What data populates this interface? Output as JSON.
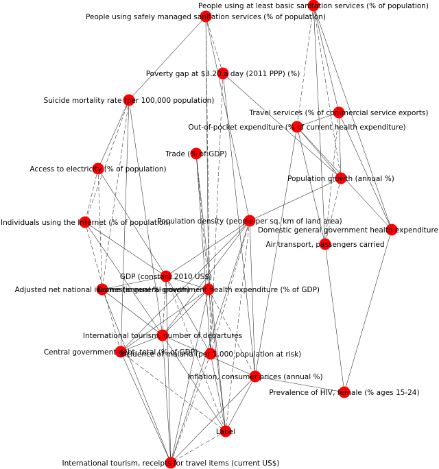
{
  "graph": {
    "nodes": [
      {
        "id": "sanitation_basic",
        "label": "People using at least basic sanitation services (% of population)"
      },
      {
        "id": "sanitation_safe",
        "label": "People using safely managed sanitation services (% of population)"
      },
      {
        "id": "poverty_gap",
        "label": "Poverty gap at $3.20 a day (2011 PPP) (%)"
      },
      {
        "id": "suicide",
        "label": "Suicide mortality rate (per 100,000 population)"
      },
      {
        "id": "travel_services",
        "label": "Travel services (% of commercial service exports)"
      },
      {
        "id": "oop_expenditure",
        "label": "Out-of-pocket expenditure (% of current health expenditure)"
      },
      {
        "id": "trade",
        "label": "Trade (% of GDP)"
      },
      {
        "id": "electricity",
        "label": "Access to electricity (% of population)"
      },
      {
        "id": "pop_growth",
        "label": "Population growth (annual %)"
      },
      {
        "id": "internet",
        "label": "Individuals using the Internet (% of population)"
      },
      {
        "id": "pop_density",
        "label": "Population density (people per sq. km of land area)"
      },
      {
        "id": "dom_health_exp",
        "label": "Domestic general government health expenditure"
      },
      {
        "id": "air_transport",
        "label": "Air transport, passengers carried"
      },
      {
        "id": "gdp",
        "label": "GDP (constant 2010 US$)"
      },
      {
        "id": "adj_income",
        "label": "Adjusted net national income (annual % growth)"
      },
      {
        "id": "dom_health_gdp",
        "label": "Domestic general government health expenditure (% of GDP)"
      },
      {
        "id": "tourism_departures",
        "label": "International tourism, number of departures"
      },
      {
        "id": "central_debt",
        "label": "Central government debt, total (% of GDP)"
      },
      {
        "id": "malaria",
        "label": "Incidence of malaria (per 1,000 population at risk)"
      },
      {
        "id": "inflation",
        "label": "Inflation, consumer prices (annual %)"
      },
      {
        "id": "hiv",
        "label": "Prevalence of HIV, female (% ages 15-24)"
      },
      {
        "id": "label",
        "label": "Label"
      },
      {
        "id": "tourism_receipts",
        "label": "International tourism, receipts for travel items (current US$)"
      }
    ],
    "edges": [
      {
        "source": "sanitation_safe",
        "target": "poverty_gap",
        "dashed": true
      },
      {
        "source": "sanitation_safe",
        "target": "pop_density",
        "dashed": false
      },
      {
        "source": "sanitation_safe",
        "target": "suicide",
        "dashed": false
      },
      {
        "source": "sanitation_safe",
        "target": "dom_health_gdp",
        "dashed": false
      },
      {
        "source": "sanitation_safe",
        "target": "malaria",
        "dashed": true
      },
      {
        "source": "sanitation_basic",
        "target": "travel_services",
        "dashed": false
      },
      {
        "source": "sanitation_basic",
        "target": "pop_growth",
        "dashed": true
      },
      {
        "source": "sanitation_basic",
        "target": "air_transport",
        "dashed": false
      },
      {
        "source": "sanitation_basic",
        "target": "dom_health_exp",
        "dashed": false
      },
      {
        "source": "sanitation_basic",
        "target": "oop_expenditure",
        "dashed": true
      },
      {
        "source": "poverty_gap",
        "target": "malaria",
        "dashed": true
      },
      {
        "source": "poverty_gap",
        "target": "pop_growth",
        "dashed": false
      },
      {
        "source": "poverty_gap",
        "target": "inflation",
        "dashed": false
      },
      {
        "source": "suicide",
        "target": "electricity",
        "dashed": false
      },
      {
        "source": "suicide",
        "target": "internet",
        "dashed": true
      },
      {
        "source": "suicide",
        "target": "adj_income",
        "dashed": true
      },
      {
        "source": "suicide",
        "target": "central_debt",
        "dashed": false
      },
      {
        "source": "suicide",
        "target": "tourism_departures",
        "dashed": false
      },
      {
        "source": "travel_services",
        "target": "pop_growth",
        "dashed": false
      },
      {
        "source": "travel_services",
        "target": "air_transport",
        "dashed": true
      },
      {
        "source": "travel_services",
        "target": "dom_health_exp",
        "dashed": false
      },
      {
        "source": "travel_services",
        "target": "oop_expenditure",
        "dashed": false
      },
      {
        "source": "oop_expenditure",
        "target": "pop_growth",
        "dashed": false
      },
      {
        "source": "oop_expenditure",
        "target": "air_transport",
        "dashed": false
      },
      {
        "source": "oop_expenditure",
        "target": "dom_health_exp",
        "dashed": false
      },
      {
        "source": "oop_expenditure",
        "target": "inflation",
        "dashed": false
      },
      {
        "source": "pop_growth",
        "target": "pop_density",
        "dashed": false
      },
      {
        "source": "pop_growth",
        "target": "air_transport",
        "dashed": true
      },
      {
        "source": "pop_density",
        "target": "inflation",
        "dashed": false
      },
      {
        "source": "pop_density",
        "target": "gdp",
        "dashed": false
      },
      {
        "source": "pop_density",
        "target": "central_debt",
        "dashed": false
      },
      {
        "source": "pop_density",
        "target": "tourism_departures",
        "dashed": false
      },
      {
        "source": "pop_density",
        "target": "label",
        "dashed": true
      },
      {
        "source": "pop_density",
        "target": "tourism_receipts",
        "dashed": false
      },
      {
        "source": "pop_density",
        "target": "malaria",
        "dashed": true
      },
      {
        "source": "trade",
        "target": "malaria",
        "dashed": false
      },
      {
        "source": "trade",
        "target": "dom_health_gdp",
        "dashed": true
      },
      {
        "source": "electricity",
        "target": "gdp",
        "dashed": false
      },
      {
        "source": "electricity",
        "target": "internet",
        "dashed": true
      },
      {
        "source": "electricity",
        "target": "adj_income",
        "dashed": true
      },
      {
        "source": "internet",
        "target": "gdp",
        "dashed": false
      },
      {
        "source": "internet",
        "target": "tourism_departures",
        "dashed": false
      },
      {
        "source": "internet",
        "target": "central_debt",
        "dashed": true
      },
      {
        "source": "gdp",
        "target": "dom_health_gdp",
        "dashed": false
      },
      {
        "source": "gdp",
        "target": "tourism_departures",
        "dashed": true
      },
      {
        "source": "gdp",
        "target": "adj_income",
        "dashed": false
      },
      {
        "source": "gdp",
        "target": "label",
        "dashed": true
      },
      {
        "source": "gdp",
        "target": "tourism_receipts",
        "dashed": false
      },
      {
        "source": "gdp",
        "target": "malaria",
        "dashed": false
      },
      {
        "source": "adj_income",
        "target": "tourism_departures",
        "dashed": false
      },
      {
        "source": "adj_income",
        "target": "tourism_receipts",
        "dashed": false
      },
      {
        "source": "adj_income",
        "target": "dom_health_gdp",
        "dashed": false
      },
      {
        "source": "dom_health_gdp",
        "target": "tourism_departures",
        "dashed": false
      },
      {
        "source": "dom_health_gdp",
        "target": "central_debt",
        "dashed": false
      },
      {
        "source": "dom_health_gdp",
        "target": "inflation",
        "dashed": true
      },
      {
        "source": "dom_health_gdp",
        "target": "label",
        "dashed": false
      },
      {
        "source": "dom_health_gdp",
        "target": "tourism_receipts",
        "dashed": false
      },
      {
        "source": "tourism_departures",
        "target": "central_debt",
        "dashed": false
      },
      {
        "source": "tourism_departures",
        "target": "inflation",
        "dashed": false
      },
      {
        "source": "tourism_departures",
        "target": "label",
        "dashed": false
      },
      {
        "source": "tourism_departures",
        "target": "tourism_receipts",
        "dashed": false
      },
      {
        "source": "central_debt",
        "target": "tourism_receipts",
        "dashed": false
      },
      {
        "source": "central_debt",
        "target": "label",
        "dashed": true
      },
      {
        "source": "malaria",
        "target": "label",
        "dashed": false
      },
      {
        "source": "malaria",
        "target": "tourism_receipts",
        "dashed": true
      },
      {
        "source": "inflation",
        "target": "hiv",
        "dashed": false
      },
      {
        "source": "inflation",
        "target": "label",
        "dashed": false
      },
      {
        "source": "inflation",
        "target": "tourism_receipts",
        "dashed": false
      },
      {
        "source": "hiv",
        "target": "dom_health_exp",
        "dashed": false
      },
      {
        "source": "hiv",
        "target": "air_transport",
        "dashed": false
      },
      {
        "source": "label",
        "target": "tourism_receipts",
        "dashed": true
      },
      {
        "source": "trade",
        "target": "label",
        "dashed": false
      }
    ]
  }
}
